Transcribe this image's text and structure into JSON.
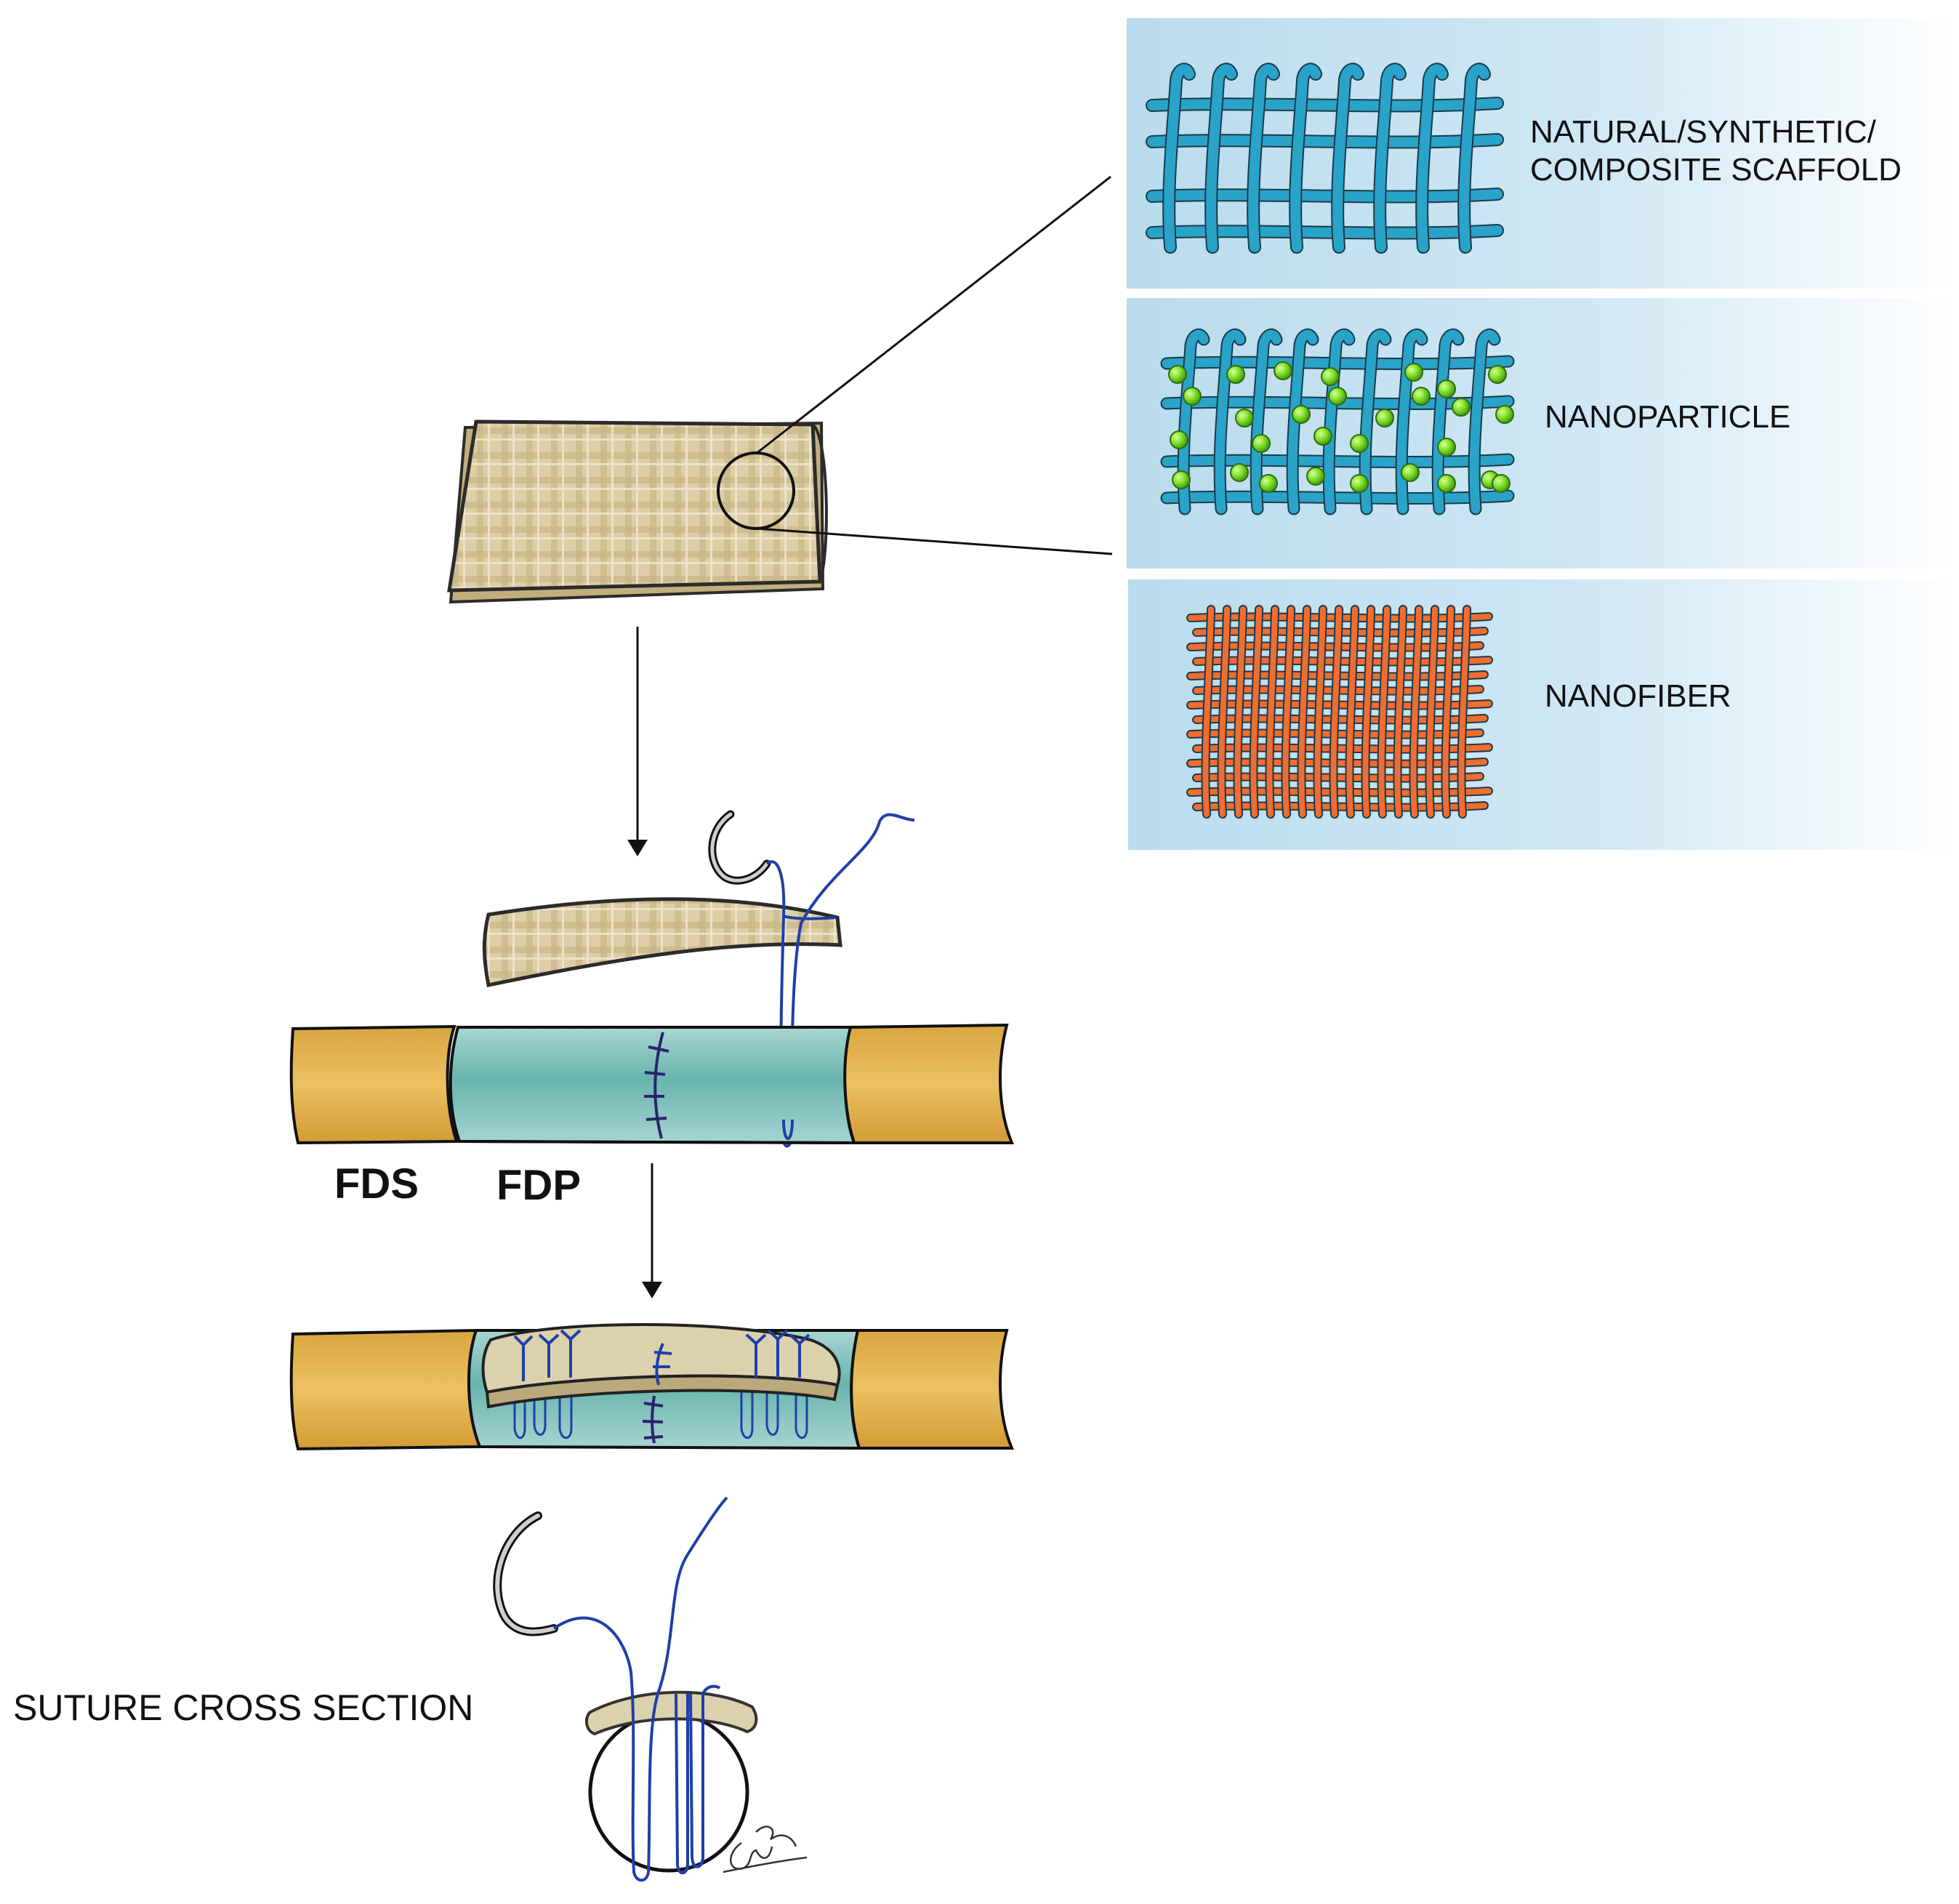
{
  "panels": [
    {
      "id": "scaffold",
      "label_lines": [
        "NATURAL/SYNTHETIC/",
        "COMPOSITE SCAFFOLD"
      ]
    },
    {
      "id": "nanoparticle",
      "label_lines": [
        "NANOPARTICLE"
      ]
    },
    {
      "id": "nanofiber",
      "label_lines": [
        "NANOFIBER"
      ]
    }
  ],
  "tendon_labels": {
    "fds": "FDS",
    "fdp": "FDP"
  },
  "cross_section_label": "SUTURE CROSS SECTION",
  "colors": {
    "panel_bg": "#bfdff0",
    "scaffold_fiber": "#2aa3c9",
    "nanoparticle": "#7fe02a",
    "nanofiber": "#f06d30",
    "patch": "#d8c79e",
    "fds": "#e2b24c",
    "fdp": "#9fd0cc",
    "suture": "#1f3fa8",
    "repair_stitch": "#2a2370"
  }
}
